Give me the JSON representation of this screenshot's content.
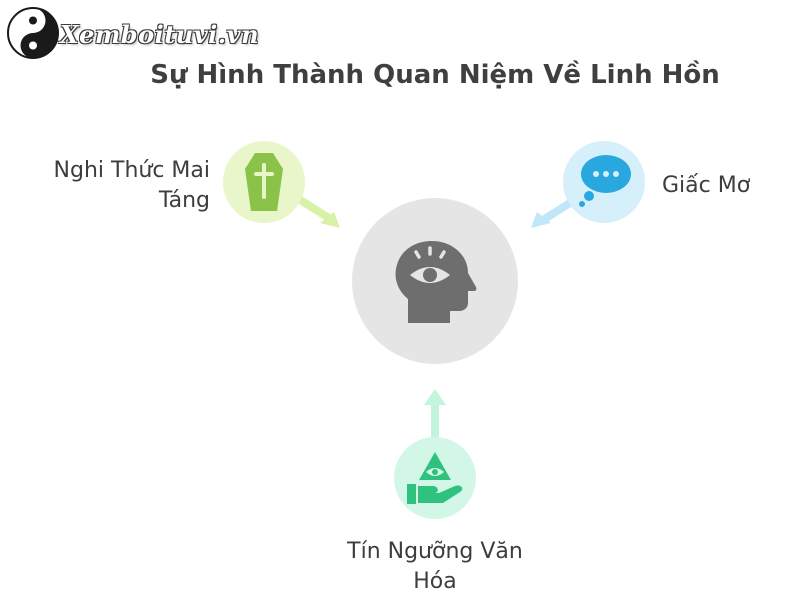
{
  "brand": {
    "name": "Xemboituvi.vn"
  },
  "title": "Sự Hình Thành Quan Niệm Về Linh Hồn",
  "center": {
    "icon": "head-eye-icon"
  },
  "nodes": [
    {
      "label": "Nghi Thức Mai Táng",
      "icon": "coffin-cross-icon",
      "color": "#e9f6c9",
      "icon_color": "#8bc34a"
    },
    {
      "label": "Giấc Mơ",
      "icon": "thought-bubble-icon",
      "color": "#d6f0fb",
      "icon_color": "#29a8e0"
    },
    {
      "label": "Tín Ngưỡng Văn Hóa",
      "icon": "hand-eye-pyramid-icon",
      "color": "#d3f7e6",
      "icon_color": "#2ec27e"
    }
  ]
}
